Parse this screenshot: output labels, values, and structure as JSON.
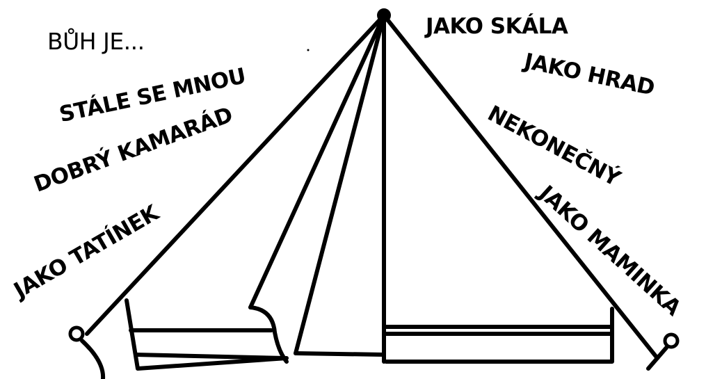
{
  "title": "BŮH JE...",
  "labels": {
    "stale_se_mnou": "STÁLE SE MNOU",
    "dobry_kamarad": "DOBRÝ KAMARÁD",
    "jako_tatinek": "JAKO TATÍNEK",
    "jako_skala": "JAKO SKÁLA",
    "jako_hrad": "JAKO HRAD",
    "nekonecny": "NEKONEČNÝ",
    "jako_maminka": "JAKO MAMINKA"
  },
  "colors": {
    "ink": "#000000",
    "background": "#ffffff"
  }
}
